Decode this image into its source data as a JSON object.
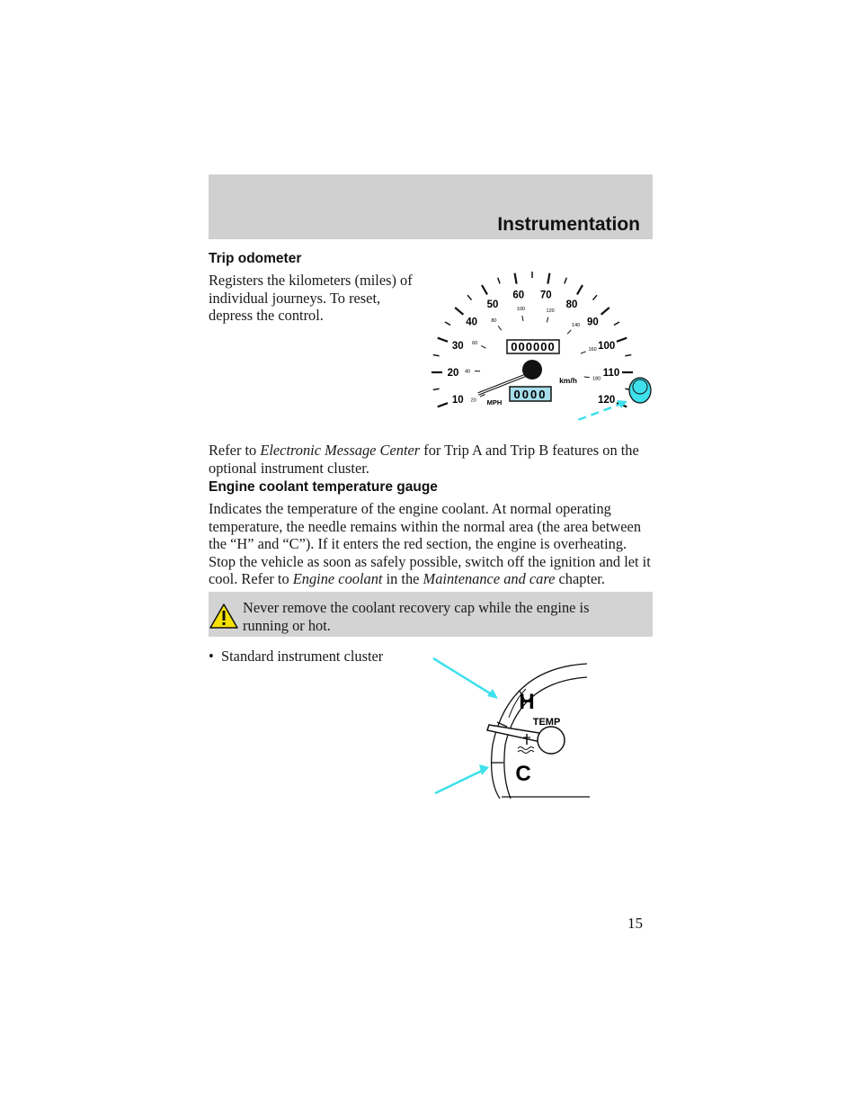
{
  "header": {
    "title": "Instrumentation"
  },
  "trip_odometer": {
    "heading": "Trip odometer",
    "body": "Registers the kilometers (miles) of individual journeys. To reset, depress the control.",
    "refer_prefix": "Refer to ",
    "refer_link": "Electronic Message Center",
    "refer_suffix": " for Trip A and Trip B features on the optional instrument cluster."
  },
  "speedometer": {
    "mph_labels": [
      "10",
      "20",
      "30",
      "40",
      "50",
      "60",
      "70",
      "80",
      "90",
      "100",
      "110",
      "120"
    ],
    "kmh_labels": [
      "20",
      "40",
      "60",
      "80",
      "100",
      "120",
      "140",
      "160",
      "180"
    ],
    "unit_kmh": "km/h",
    "unit_mph": "MPH",
    "odometer_digits": "000000",
    "trip_digits": "0000"
  },
  "coolant": {
    "heading": "Engine coolant temperature gauge",
    "body_1": "Indicates the temperature of the engine coolant. At normal operating temperature, the needle remains within the normal area (the area between the “H” and “C”). If it enters the red section, the engine is overheating. Stop the vehicle as soon as safely possible, switch off the ignition and let it cool. Refer to ",
    "body_link_1": "Engine coolant",
    "body_mid": " in the ",
    "body_link_2": "Maintenance and care",
    "body_end": " chapter.",
    "warning": "Never remove the coolant recovery cap while the engine is running or hot.",
    "bullet": "Standard instrument cluster"
  },
  "temp_gauge": {
    "hot_label": "H",
    "cold_label": "C",
    "temp_label": "TEMP"
  },
  "colors": {
    "arrow": "#3ee0ec",
    "band": "#d0d0d0",
    "warning_yellow": "#f5e000"
  },
  "icons": [
    "warning-triangle-icon",
    "coolant-temperature-icon",
    "pointer-arrow-icon"
  ],
  "page": {
    "number": "15"
  }
}
